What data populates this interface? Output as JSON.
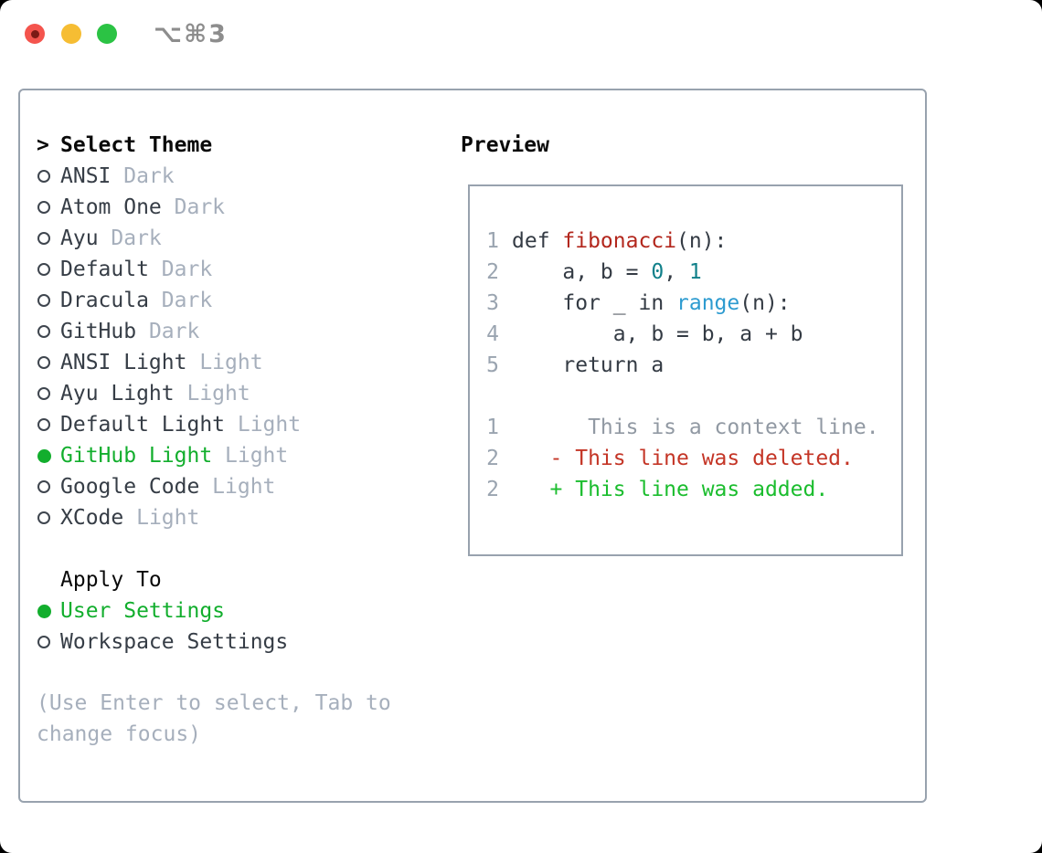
{
  "window": {
    "shortcut_label": "⌥⌘3",
    "traffic_lights": [
      "close",
      "minimize",
      "zoom"
    ]
  },
  "theme_panel": {
    "header": {
      "prompt": ">",
      "label": "Select Theme"
    },
    "themes": [
      {
        "name": "ANSI",
        "variant": "Dark",
        "selected": false
      },
      {
        "name": "Atom One",
        "variant": "Dark",
        "selected": false
      },
      {
        "name": "Ayu",
        "variant": "Dark",
        "selected": false
      },
      {
        "name": "Default",
        "variant": "Dark",
        "selected": false
      },
      {
        "name": "Dracula",
        "variant": "Dark",
        "selected": false
      },
      {
        "name": "GitHub",
        "variant": "Dark",
        "selected": false
      },
      {
        "name": "ANSI Light",
        "variant": "Light",
        "selected": false
      },
      {
        "name": "Ayu Light",
        "variant": "Light",
        "selected": false
      },
      {
        "name": "Default Light",
        "variant": "Light",
        "selected": false
      },
      {
        "name": "GitHub Light",
        "variant": "Light",
        "selected": true
      },
      {
        "name": "Google Code",
        "variant": "Light",
        "selected": false
      },
      {
        "name": "XCode",
        "variant": "Light",
        "selected": false
      }
    ],
    "apply_to": {
      "label": "Apply To",
      "options": [
        {
          "name": "User Settings",
          "selected": true
        },
        {
          "name": "Workspace Settings",
          "selected": false
        }
      ]
    },
    "hint": "(Use Enter to select, Tab to change focus)"
  },
  "preview": {
    "title": "Preview",
    "lines": [
      {
        "no": "1",
        "tokens": [
          {
            "text": "def ",
            "color": "default"
          },
          {
            "text": "fibonacci",
            "color": "function"
          },
          {
            "text": "(n):",
            "color": "default"
          }
        ]
      },
      {
        "no": "2",
        "tokens": [
          {
            "text": "    a, b = ",
            "color": "default"
          },
          {
            "text": "0",
            "color": "number"
          },
          {
            "text": ", ",
            "color": "default"
          },
          {
            "text": "1",
            "color": "number"
          }
        ]
      },
      {
        "no": "3",
        "tokens": [
          {
            "text": "    for _ in ",
            "color": "default"
          },
          {
            "text": "range",
            "color": "builtin"
          },
          {
            "text": "(n):",
            "color": "default"
          }
        ]
      },
      {
        "no": "4",
        "tokens": [
          {
            "text": "        a, b = b, a + b",
            "color": "default"
          }
        ]
      },
      {
        "no": "5",
        "tokens": [
          {
            "text": "    return a",
            "color": "default"
          }
        ]
      },
      {
        "no": "",
        "tokens": []
      },
      {
        "no": "1",
        "tokens": [
          {
            "text": "      This is a context line.",
            "color": "context"
          }
        ]
      },
      {
        "no": "2",
        "tokens": [
          {
            "text": "   - This line was deleted.",
            "color": "deleted"
          }
        ]
      },
      {
        "no": "2",
        "tokens": [
          {
            "text": "   + This line was added.",
            "color": "added"
          }
        ]
      }
    ]
  },
  "syntax": {
    "default": "#343b44",
    "function": "#b3271d",
    "number": "#11808a",
    "builtin": "#2d9bd0",
    "context": "#9199a3",
    "deleted": "#c43526",
    "added": "#1bbd2e"
  },
  "colors": {
    "accent_green": "#12ae2d",
    "header_black": "#0a0a0a",
    "item_dark": "#363d46",
    "muted_gray": "#a6afbc",
    "lineno_gray": "#9aa4b0",
    "border_gray": "#98a2ae",
    "radio_stroke": "#3e454e",
    "traffic_red": "#f4544d",
    "traffic_red_dot": "#7c1a15",
    "traffic_yellow": "#f6bd33",
    "traffic_green": "#2bc344",
    "shortcut_gray": "#8d8d8d"
  }
}
